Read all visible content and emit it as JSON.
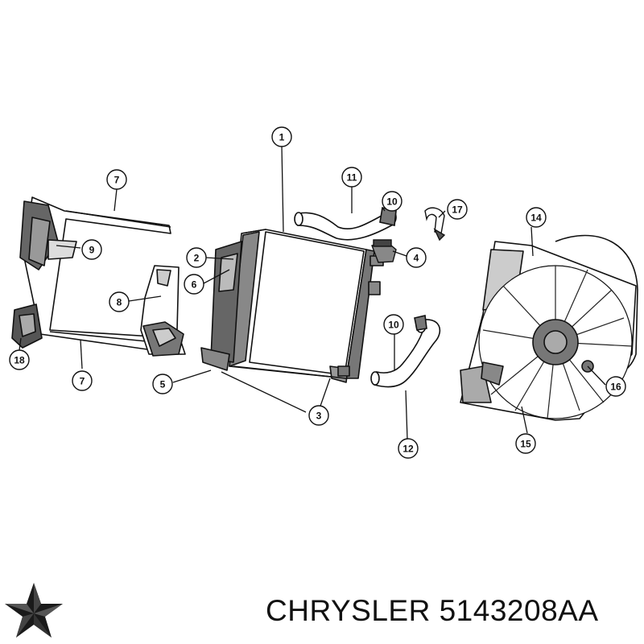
{
  "brand": {
    "name": "CHRYSLER",
    "part_number": "5143208AA",
    "logo_icon": "chrysler-pentastar-icon"
  },
  "callouts": [
    {
      "id": "c1",
      "label": "1"
    },
    {
      "id": "c2",
      "label": "2"
    },
    {
      "id": "c3",
      "label": "3"
    },
    {
      "id": "c4",
      "label": "4"
    },
    {
      "id": "c5",
      "label": "5"
    },
    {
      "id": "c6",
      "label": "6"
    },
    {
      "id": "c7a",
      "label": "7"
    },
    {
      "id": "c7b",
      "label": "7"
    },
    {
      "id": "c8",
      "label": "8"
    },
    {
      "id": "c9",
      "label": "9"
    },
    {
      "id": "c10a",
      "label": "10"
    },
    {
      "id": "c10b",
      "label": "10"
    },
    {
      "id": "c11",
      "label": "11"
    },
    {
      "id": "c12",
      "label": "12"
    },
    {
      "id": "c14",
      "label": "14"
    },
    {
      "id": "c15",
      "label": "15"
    },
    {
      "id": "c16",
      "label": "16"
    },
    {
      "id": "c17",
      "label": "17"
    },
    {
      "id": "c18",
      "label": "18"
    }
  ],
  "colors": {
    "line": "#111111",
    "fill": "#ffffff",
    "shade": "#555555"
  }
}
